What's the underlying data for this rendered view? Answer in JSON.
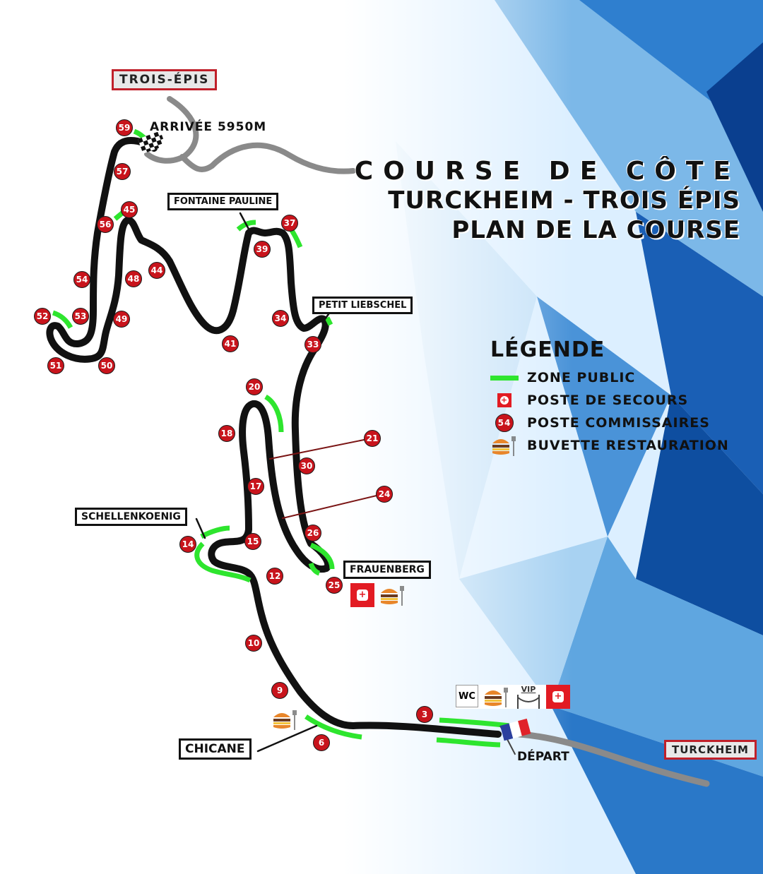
{
  "title": {
    "line1": "COURSE DE CÔTE",
    "line2": "TURCKHEIM - TROIS ÉPIS",
    "line3": "PLAN DE LA COURSE"
  },
  "legend": {
    "heading": "LÉGENDE",
    "items": [
      {
        "label": "ZONE PUBLIC",
        "icon": "green-bar"
      },
      {
        "label": "POSTE DE SECOURS",
        "icon": "first-aid-icon"
      },
      {
        "label": "POSTE COMMISSAIRES",
        "icon": "marshal-post-icon",
        "sample": "54"
      },
      {
        "label": "BUVETTE RESTAURATION",
        "icon": "burger-fork-icon"
      }
    ]
  },
  "places": {
    "trois_epis": "TROIS-ÉPIS",
    "turckheim": "TURCKHEIM",
    "arrivee": "ARRIVÉE 5950M",
    "depart": "DÉPART",
    "fontaine_pauline": "FONTAINE PAULINE",
    "petit_liebschel": "PETIT LIEBSCHEL",
    "schellenkoenig": "SCHELLENKOENIG",
    "frauenberg": "FRAUENBERG",
    "chicane": "CHICANE"
  },
  "facilities": {
    "wc": "WC",
    "vip": "VIP",
    "aid_symbol": "+"
  },
  "marshal_posts": [
    "59",
    "57",
    "56",
    "45",
    "54",
    "48",
    "44",
    "52",
    "53",
    "49",
    "51",
    "50",
    "41",
    "39",
    "37",
    "34",
    "33",
    "20",
    "18",
    "21",
    "30",
    "17",
    "24",
    "15",
    "14",
    "26",
    "12",
    "25",
    "10",
    "9",
    "6",
    "3"
  ],
  "colors": {
    "track": "#111111",
    "road": "#8a8a8a",
    "zone": "#2ee52e",
    "marker": "#c8141c",
    "sign_border": "#c0202a"
  }
}
